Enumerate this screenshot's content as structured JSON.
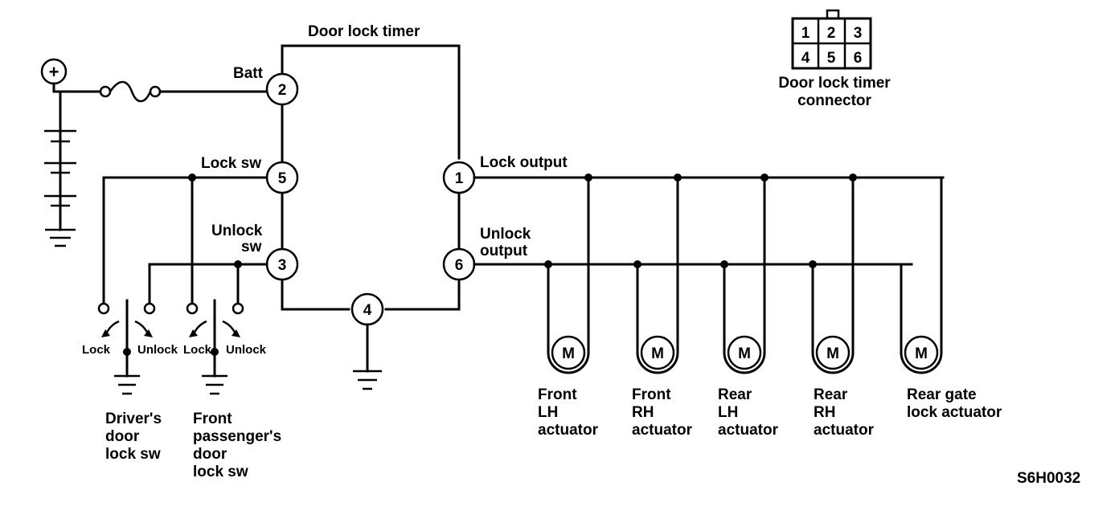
{
  "title": "Door lock timer",
  "figure_code": "S6H0032",
  "battery_symbol": "+",
  "connector": {
    "pins_top": [
      "1",
      "2",
      "3"
    ],
    "pins_bottom": [
      "4",
      "5",
      "6"
    ],
    "label_lines": [
      "Door lock timer",
      "connector"
    ]
  },
  "terminals": {
    "batt": {
      "label": "Batt",
      "pin": "2"
    },
    "lock_sw": {
      "label": "Lock sw",
      "pin": "5"
    },
    "unlock_sw": {
      "label_lines": [
        "Unlock",
        "sw"
      ],
      "pin": "3"
    },
    "ground": {
      "pin": "4"
    },
    "lock_output": {
      "label": "Lock output",
      "pin": "1"
    },
    "unlock_output": {
      "label_lines": [
        "Unlock",
        "output"
      ],
      "pin": "6"
    }
  },
  "switches": {
    "drivers": {
      "lock": "Lock",
      "unlock": "Unlock",
      "name_lines": [
        "Driver's",
        "door",
        "lock sw"
      ]
    },
    "passenger": {
      "lock": "Lock",
      "unlock": "Unlock",
      "name_lines": [
        "Front",
        "passenger's",
        "door",
        "lock sw"
      ]
    }
  },
  "actuators": [
    {
      "symbol": "M",
      "name_lines": [
        "Front",
        "LH",
        "actuator"
      ]
    },
    {
      "symbol": "M",
      "name_lines": [
        "Front",
        "RH",
        "actuator"
      ]
    },
    {
      "symbol": "M",
      "name_lines": [
        "Rear",
        "LH",
        "actuator"
      ]
    },
    {
      "symbol": "M",
      "name_lines": [
        "Rear",
        "RH",
        "actuator"
      ]
    },
    {
      "symbol": "M",
      "name_lines": [
        "Rear gate",
        "lock actuator"
      ]
    }
  ]
}
